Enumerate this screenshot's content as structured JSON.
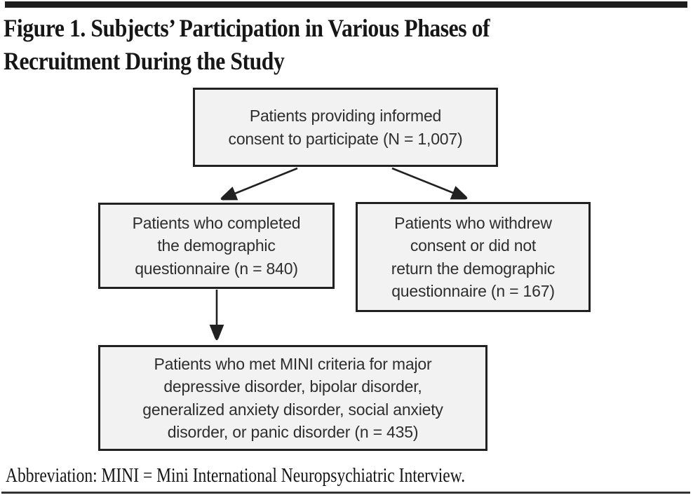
{
  "header": {
    "title": "Figure 1. Subjects’ Participation in Various Phases of\nRecruitment During the Study"
  },
  "flowchart": {
    "nodes": {
      "consent": "Patients providing informed\nconsent to participate (N = 1,007)",
      "completed_questionnaire": "Patients who completed\nthe demographic\nquestionnaire (n = 840)",
      "withdrew": "Patients who withdrew\nconsent or did not\nreturn the demographic\nquestionnaire (n = 167)",
      "met_mini_criteria": "Patients who met MINI criteria for major\ndepressive disorder, bipolar disorder,\ngeneralized anxiety disorder, social anxiety\ndisorder, or panic disorder (n = 435)"
    },
    "counts": {
      "consented": "1,007",
      "completed_questionnaire": "840",
      "withdrew_or_no_return": "167",
      "met_mini_criteria": "435"
    },
    "colors": {
      "box_fill": "#f2f2f2",
      "box_border": "#212121",
      "box_text": "#2e2e2e",
      "arrow": "#212121",
      "rule": "#1c1c1c"
    }
  },
  "footnote": {
    "text": "Abbreviation: MINI = Mini International Neuropsychiatric Interview."
  }
}
